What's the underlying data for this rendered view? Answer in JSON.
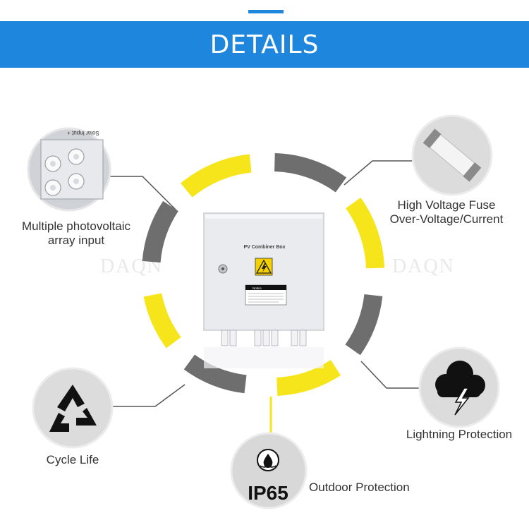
{
  "header": {
    "title": "DETAILS"
  },
  "watermark": {
    "text": "DAQN"
  },
  "product": {
    "box_title": "PV Combiner Box",
    "notice_label": "Notice"
  },
  "features": {
    "pv_input": {
      "line1": "Multiple photovoltaic",
      "line2": "array input",
      "icon_text": "Solar Input +"
    },
    "fuse": {
      "line1": "High Voltage Fuse",
      "line2": "Over-Voltage/Current"
    },
    "lightning": {
      "label": "Lightning Protection"
    },
    "cycle": {
      "label": "Cycle Life"
    },
    "outdoor": {
      "label": "Outdoor Protection",
      "badge": "IP65"
    }
  },
  "colors": {
    "accent_blue": "#1f86dd",
    "ring_yellow": "#f5e51a",
    "ring_gray": "#6e6e6e"
  }
}
